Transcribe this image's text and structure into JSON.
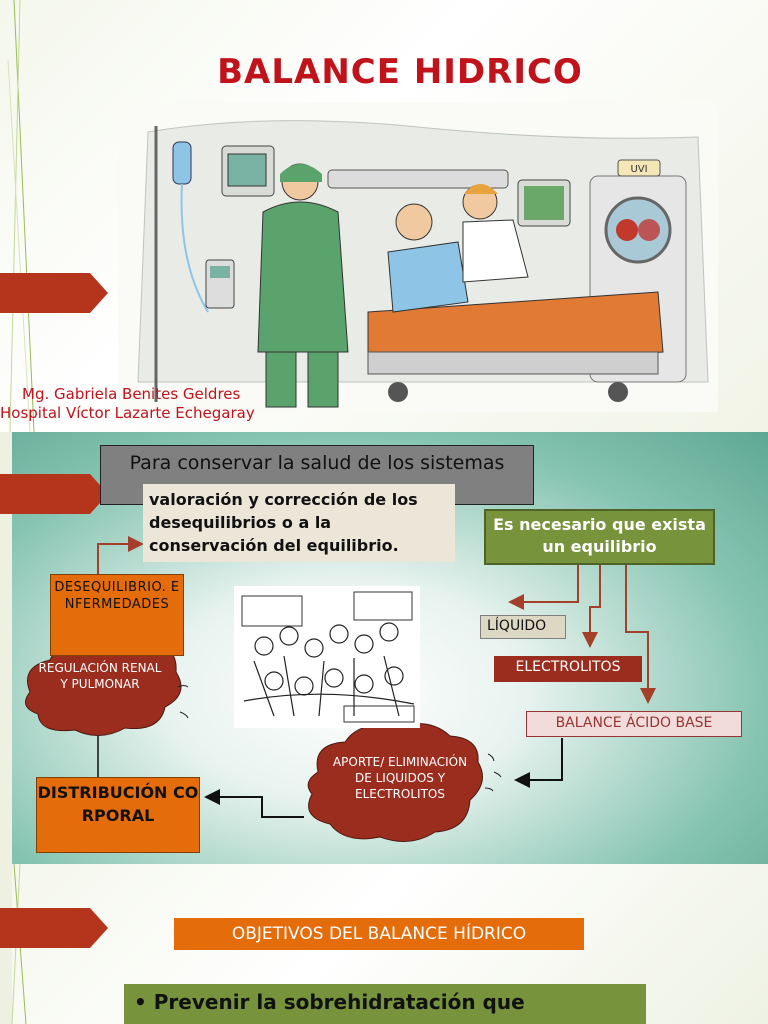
{
  "slide1": {
    "title": "BALANCE HIDRICO",
    "author_name": "Mg. Gabriela Benites Geldres",
    "author_hospital": "Hospital Víctor Lazarte Echegaray",
    "illustration_sign": "UVI"
  },
  "slide2": {
    "conservar": "Para conservar la salud de los sistemas",
    "valoracion": "valoración y corrección de los desequilibrios o a la conservación del equilibrio.",
    "necesario": "Es necesario que exista un equilibrio",
    "desequilibrio": "DESEQUILIBRIO. ENFERMEDADES",
    "regulacion": "REGULACIÓN RENAL Y PULMONAR",
    "liquido": "LÍQUIDO",
    "electrolitos": "ELECTROLITOS",
    "acido_base": "BALANCE  ÁCIDO BASE",
    "aporte": "APORTE/ ELIMINACIÓN DE LIQUIDOS Y ELECTROLITOS",
    "distribucion": "DISTRIBUCIÓN CORPORAL"
  },
  "slide3": {
    "objetivos": "OBJETIVOS DEL BALANCE HÍDRICO",
    "bullet": "•",
    "prevenir": "Prevenir la sobrehidratación que"
  },
  "colors": {
    "title_red": "#c0131b",
    "tab_red": "#b5341c",
    "orange": "#e46c0a",
    "olive": "#77933c",
    "teal": "#5ea893"
  }
}
